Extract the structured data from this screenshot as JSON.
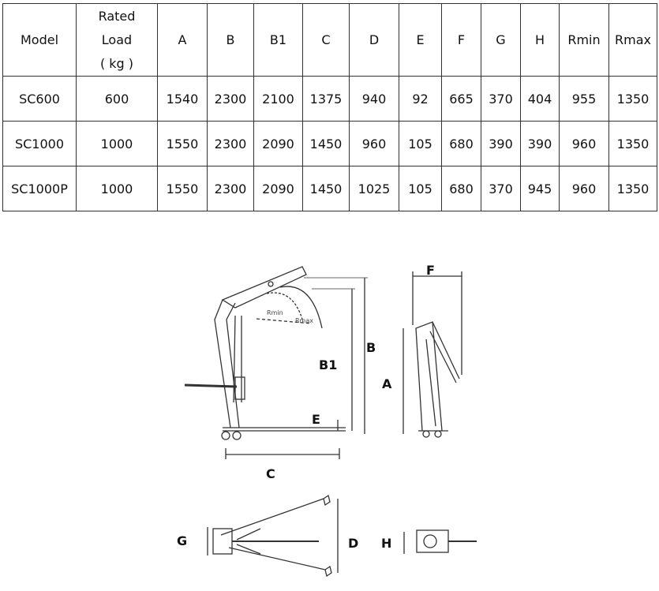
{
  "table": {
    "headers": {
      "model": "Model",
      "rated_load": [
        "Rated",
        "Load",
        "( kg )"
      ],
      "dims": [
        "A",
        "B",
        "B1",
        "C",
        "D",
        "E",
        "F",
        "G",
        "H",
        "Rmin",
        "Rmax"
      ]
    },
    "rows": [
      [
        "SC600",
        "600",
        "1540",
        "2300",
        "2100",
        "1375",
        "940",
        "92",
        "665",
        "370",
        "404",
        "955",
        "1350"
      ],
      [
        "SC1000",
        "1000",
        "1550",
        "2300",
        "2090",
        "1450",
        "960",
        "105",
        "680",
        "390",
        "390",
        "960",
        "1350"
      ],
      [
        "SC1000P",
        "1000",
        "1550",
        "2300",
        "2090",
        "1450",
        "1025",
        "105",
        "680",
        "370",
        "945",
        "960",
        "1350"
      ]
    ]
  },
  "drawing": {
    "labels": {
      "A": "A",
      "B": "B",
      "B1": "B1",
      "C": "C",
      "D": "D",
      "E": "E",
      "F": "F",
      "G": "G",
      "H": "H",
      "rmin": "Rmin",
      "rmax": "Rmax"
    }
  }
}
